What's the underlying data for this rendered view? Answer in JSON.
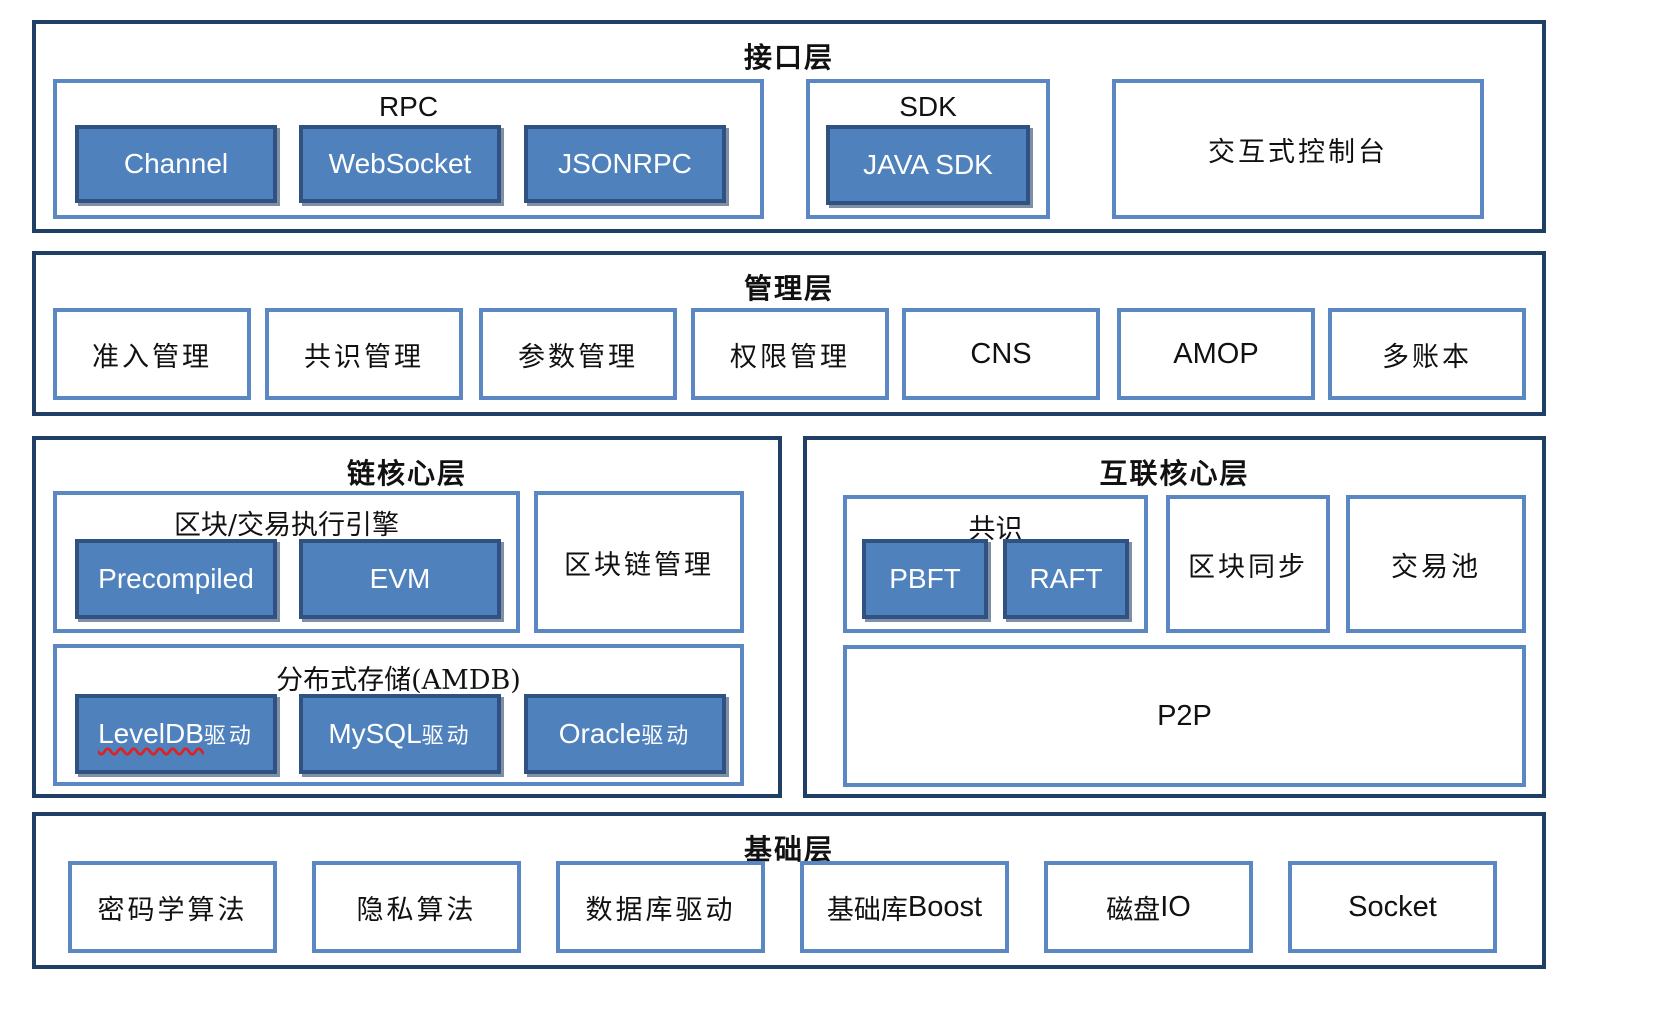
{
  "interface_layer": {
    "title": "接口层",
    "rpc": {
      "title": "RPC",
      "items": [
        "Channel",
        "WebSocket",
        "JSONRPC"
      ]
    },
    "sdk": {
      "title": "SDK",
      "items": [
        "JAVA SDK"
      ]
    },
    "console": "交互式控制台"
  },
  "management_layer": {
    "title": "管理层",
    "items": [
      "准入管理",
      "共识管理",
      "参数管理",
      "权限管理",
      "CNS",
      "AMOP",
      "多账本"
    ]
  },
  "chain_core_layer": {
    "title": "链核心层",
    "engine": {
      "title": "区块/交易执行引擎",
      "items": [
        "Precompiled",
        "EVM"
      ]
    },
    "chain_mgmt": "区块链管理",
    "storage": {
      "title": "分布式存储(AMDB)",
      "items": [
        {
          "en": "LevelDB",
          "zh": "驱动"
        },
        {
          "en": "MySQL",
          "zh": "驱动"
        },
        {
          "en": "Oracle",
          "zh": "驱动"
        }
      ]
    }
  },
  "network_core_layer": {
    "title": "互联核心层",
    "consensus": {
      "title": "共识",
      "items": [
        "PBFT",
        "RAFT"
      ]
    },
    "block_sync": "区块同步",
    "tx_pool": "交易池",
    "p2p": "P2P"
  },
  "base_layer": {
    "title": "基础层",
    "items": [
      {
        "zh": "密码学算法",
        "en": ""
      },
      {
        "zh": "隐私算法",
        "en": ""
      },
      {
        "zh": "数据库驱动",
        "en": ""
      },
      {
        "zh": "基础库",
        "en": "Boost"
      },
      {
        "zh": "磁盘",
        "en": "IO"
      },
      {
        "zh": "",
        "en": "Socket"
      }
    ]
  }
}
